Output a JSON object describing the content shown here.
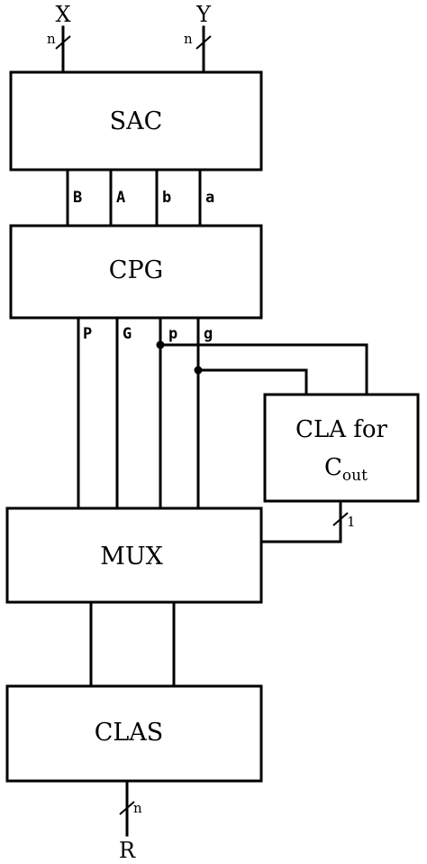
{
  "inputs": {
    "x": "X",
    "y": "Y"
  },
  "output": "R",
  "bus_widths": {
    "x": "n",
    "y": "n",
    "r": "n",
    "cout": "1"
  },
  "blocks": {
    "sac": "SAC",
    "cpg": "CPG",
    "mux": "MUX",
    "clas": "CLAS",
    "cla_line1": "CLA for",
    "cla_c": "C",
    "cla_sub": "out"
  },
  "sac_outputs": [
    "B",
    "A",
    "b",
    "a"
  ],
  "cpg_outputs": [
    "P",
    "G",
    "p",
    "g"
  ]
}
